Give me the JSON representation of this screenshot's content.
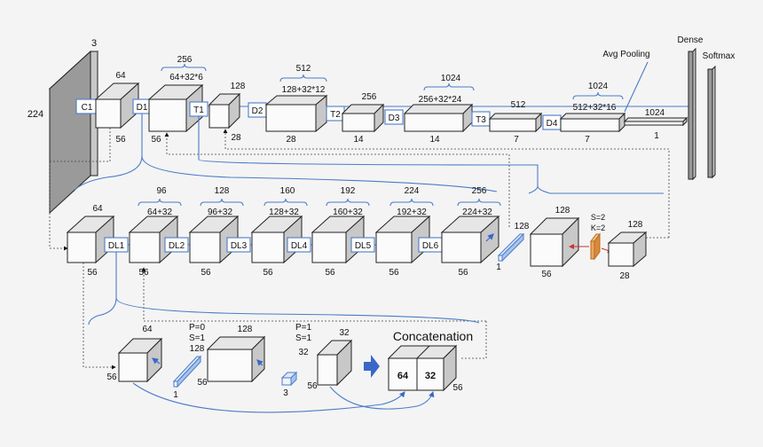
{
  "colors": {
    "accent": "#4a7cc9",
    "arrow_blue": "#3a68c8",
    "conv_orange": "#d98a3a",
    "kernel_red": "#cc3333"
  },
  "input": {
    "channels": "3",
    "size": "224"
  },
  "top_row": {
    "c1": "C1",
    "d1": "D1",
    "t1": "T1",
    "d2": "D2",
    "t2": "T2",
    "d3": "D3",
    "t3": "T3",
    "d4": "D4",
    "b1": {
      "ch": "64",
      "size": "56"
    },
    "b2": {
      "total": "256",
      "expr": "64+32*6",
      "size": "56"
    },
    "b3": {
      "ch": "128",
      "size": "28"
    },
    "b4": {
      "total": "512",
      "expr": "128+32*12",
      "size": "28"
    },
    "b5": {
      "ch": "256",
      "size": "14"
    },
    "b6": {
      "total": "1024",
      "expr": "256+32*24",
      "size": "14"
    },
    "b7": {
      "ch": "512",
      "size": "7"
    },
    "b8": {
      "total": "1024",
      "expr": "512+32*16",
      "size": "7"
    },
    "avg_pooling": "Avg Pooling",
    "fc_ch": "1024",
    "fc_size": "1",
    "dense": "Dense",
    "softmax": "Softmax"
  },
  "middle_row": {
    "dl1": "DL1",
    "dl2": "DL2",
    "dl3": "DL3",
    "dl4": "DL4",
    "dl5": "DL5",
    "dl6": "DL6",
    "m0": {
      "ch": "64",
      "size": "56"
    },
    "m1": {
      "total": "96",
      "expr": "64+32",
      "size": "56"
    },
    "m2": {
      "total": "128",
      "expr": "96+32",
      "size": "56"
    },
    "m3": {
      "total": "160",
      "expr": "128+32",
      "size": "56"
    },
    "m4": {
      "total": "192",
      "expr": "160+32",
      "size": "56"
    },
    "m5": {
      "total": "224",
      "expr": "192+32",
      "size": "56"
    },
    "m6": {
      "total": "256",
      "expr": "224+32",
      "size": "56"
    },
    "filter_ch": "128",
    "filter_size": "1",
    "t_in": {
      "ch": "128",
      "size": "56"
    },
    "pool_s": "S=2",
    "pool_k": "K=2",
    "t_out": {
      "ch": "128",
      "size": "28"
    }
  },
  "bottom_row": {
    "a": {
      "ch": "64",
      "size": "56"
    },
    "f1_p": "P=0",
    "f1_s": "S=1",
    "f1_ch": "128",
    "f1_size": "1",
    "b": {
      "ch": "128",
      "size": "56"
    },
    "f2_p": "P=1",
    "f2_s": "S=1",
    "f2_ch": "32",
    "f2_size": "3",
    "c": {
      "ch": "32",
      "size": "56"
    },
    "concat_title": "Concatenation",
    "concat_left": "64",
    "concat_right": "32",
    "concat_size": "56"
  }
}
